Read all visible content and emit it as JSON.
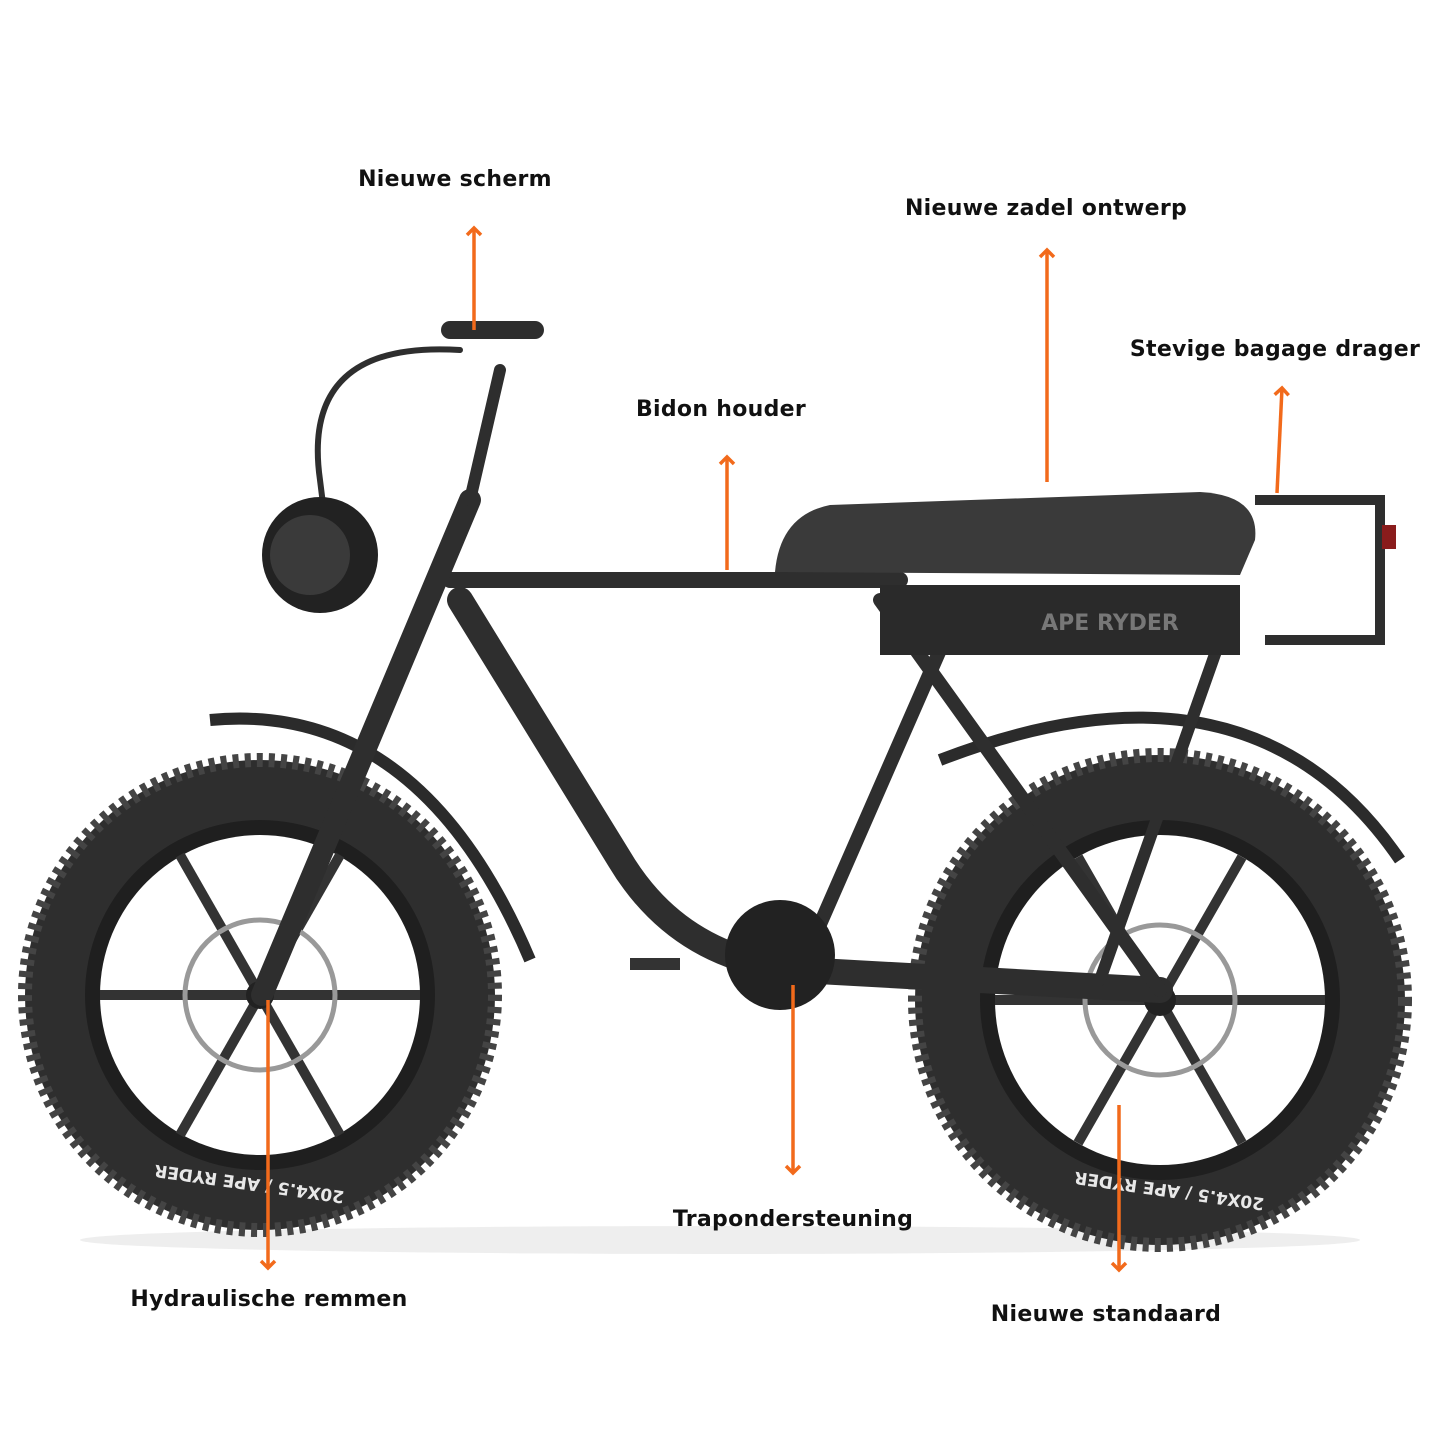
{
  "colors": {
    "arrow": "#f26a1b",
    "bike": "#2b2b2b",
    "text": "#111111"
  },
  "labels": {
    "screen": "Nieuwe scherm",
    "saddle": "Nieuwe zadel ontwerp",
    "rack": "Stevige bagage drager",
    "bottle": "Bidon houder",
    "pedal_assist": "Trapondersteuning",
    "brakes": "Hydraulische remmen",
    "kickstand": "Nieuwe standaard"
  },
  "bike": {
    "brand_logo": "APE RYDER",
    "tire_text": "20X4.5 / APE RYDER"
  }
}
